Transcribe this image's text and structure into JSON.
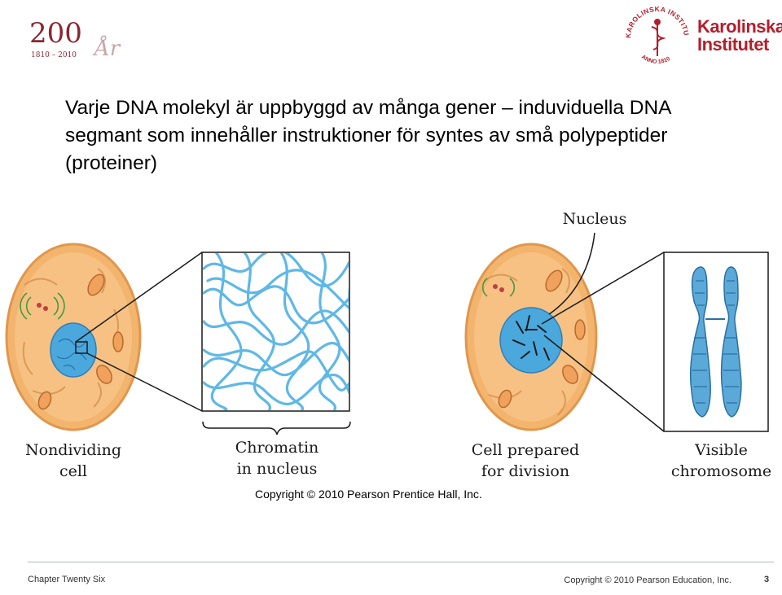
{
  "slide": {
    "anniversary_logo": {
      "number": "200",
      "years": "1810 – 2010",
      "suffix": "År"
    },
    "ki_logo": {
      "line1": "Karolinska",
      "line2": "Institutet",
      "seal_text": "KAROLINSKA INSTITUTET",
      "seal_year": "ANNO 1810",
      "color": "#b21f2d"
    },
    "heading": "Varje DNA molekyl är uppbyggd av många gener – induviduella DNA segmant som innehåller instruktioner för syntes av små polypeptider (proteiner)",
    "figure": {
      "label_nondividing_1": "Nondividing",
      "label_nondividing_2": "cell",
      "label_chromatin_1": "Chromatin",
      "label_chromatin_2": "in nucleus",
      "label_prepared_1": "Cell prepared",
      "label_prepared_2": "for division",
      "label_visible_1": "Visible",
      "label_visible_2": "chromosome",
      "label_nucleus": "Nucleus",
      "copyright": "Copyright © 2010 Pearson Prentice Hall, Inc.",
      "colors": {
        "cell": "#f3b46e",
        "nucleus": "#4aa8dd",
        "chromatin": "#5fb8e6"
      }
    },
    "footer": {
      "chapter": "Chapter Twenty Six",
      "copyright": "Copyright © 2010 Pearson Education, Inc.",
      "page": "3"
    }
  }
}
